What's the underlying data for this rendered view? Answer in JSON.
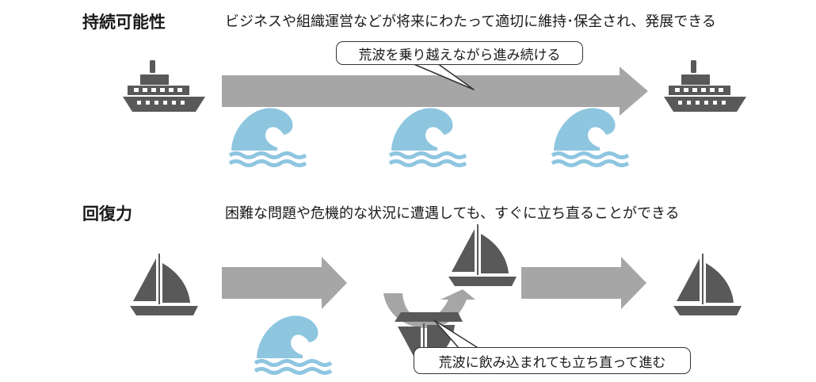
{
  "sustainability": {
    "title": "持続可能性",
    "description": "ビジネスや組織運営などが将来にわたって適切に維持･保全され、発展できる",
    "callout": "荒波を乗り越えながら進み続ける"
  },
  "resilience": {
    "title": "回復力",
    "description": "困難な問題や危機的な状況に遭遇しても、すぐに立ち直ることができる",
    "callout": "荒波に飲み込まれても立ち直って進む"
  },
  "colors": {
    "arrow": "#a6a6a6",
    "ship": "#595959",
    "wave": "#8ec6e0",
    "text": "#1a1a1a"
  },
  "icons": [
    "ship-icon",
    "wave-icon",
    "sailboat-icon",
    "u-turn-arrow-icon"
  ]
}
